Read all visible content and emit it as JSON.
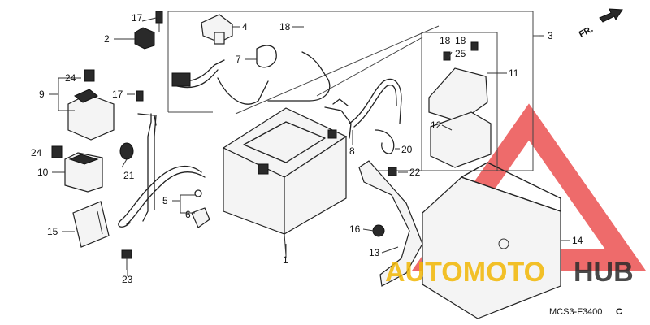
{
  "diagram": {
    "code": "MCS3-F3400",
    "revision": "C",
    "direction_label": "FR.",
    "watermark": {
      "brand_part_1": "AUTOMOTO",
      "brand_part_2": "HUB"
    },
    "callouts": {
      "c1": "1",
      "c2": "2",
      "c3": "3",
      "c4": "4",
      "c5": "5",
      "c6": "6",
      "c7": "7",
      "c8": "8",
      "c9": "9",
      "c10": "10",
      "c11": "11",
      "c12": "12",
      "c13": "13",
      "c14": "14",
      "c15": "15",
      "c16": "16",
      "c17a": "17",
      "c17b": "17",
      "c18a": "18",
      "c18b": "18",
      "c18c": "18",
      "c20": "20",
      "c21": "21",
      "c22": "22",
      "c23": "23",
      "c24a": "24",
      "c24b": "24",
      "c25": "25"
    },
    "colors": {
      "line": "#222222",
      "watermark_red": "#e83a3a",
      "watermark_yellow": "#f2b705",
      "watermark_dark": "#2b2b2b"
    }
  }
}
